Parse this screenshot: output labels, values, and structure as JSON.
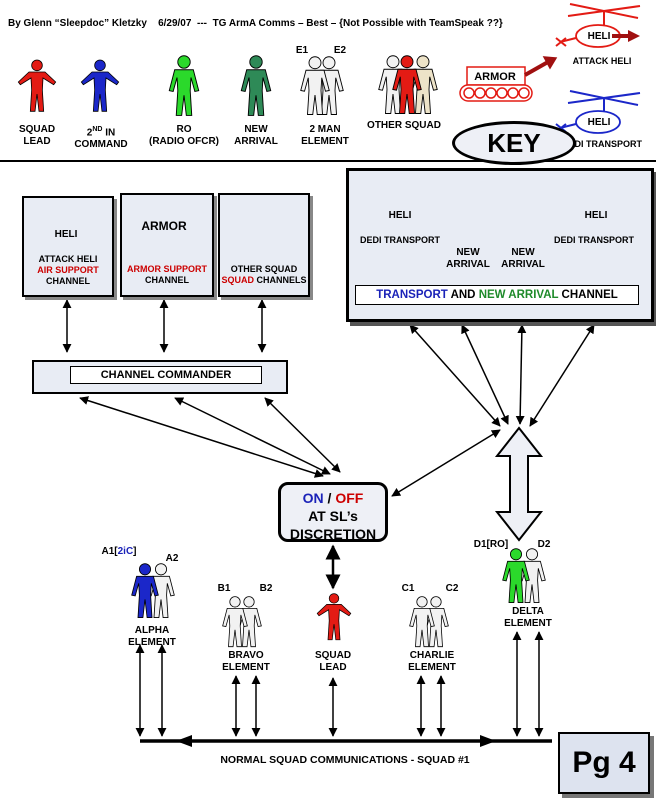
{
  "header": {
    "author": "By Glenn “Sleepdoc” Kletzky",
    "date": "6/29/07",
    "sep": "---",
    "title": "TG ArmA Comms – Best – {Not Possible with TeamSpeak ??}"
  },
  "key": {
    "squad_lead": [
      "SQUAD",
      "LEAD"
    ],
    "second_in_command": [
      "2",
      "ND",
      " IN",
      "COMMAND"
    ],
    "ro": [
      "RO",
      "(RADIO OFCR)"
    ],
    "new_arrival": [
      "NEW",
      "ARRIVAL"
    ],
    "two_man": [
      "2 MAN",
      "ELEMENT"
    ],
    "e1": "E1",
    "e2": "E2",
    "other_squad": "OTHER SQUAD",
    "armor": "ARMOR",
    "heli": "HELI",
    "attack_heli": "ATTACK HELI",
    "dedi_transport": "DEDI TRANSPORT",
    "key_label": "KEY"
  },
  "channels": {
    "attack_heli": "ATTACK HELI",
    "air_support": "AIR SUPPORT",
    "channel": "CHANNEL",
    "armor": "ARMOR",
    "armor_support": "ARMOR SUPPORT",
    "other_squad": "OTHER SQUAD",
    "squad_word": "SQUAD",
    "channels_word": "CHANNELS",
    "channel_commander": "CHANNEL COMMANDER",
    "transport": {
      "dedi_transport": "DEDI TRANSPORT",
      "new_arrival": [
        "NEW",
        "ARRIVAL"
      ],
      "transport_word": "TRANSPORT",
      "and_word": "AND",
      "new_arrival_word": "NEW ARRIVAL",
      "channel_word": "CHANNEL"
    }
  },
  "discretion": {
    "on": "ON",
    "slash": "/",
    "off": "OFF",
    "line2": "AT SL’s",
    "line3": "DISCRETION"
  },
  "squad": {
    "alpha": {
      "a1": "A1[",
      "a1_role": "2iC",
      "a1_close": "]",
      "a2": "A2",
      "label": [
        "ALPHA",
        "ELEMENT"
      ]
    },
    "bravo": {
      "b1": "B1",
      "b2": "B2",
      "label": [
        "BRAVO",
        "ELEMENT"
      ]
    },
    "lead": {
      "label": [
        "SQUAD",
        "LEAD"
      ]
    },
    "charlie": {
      "c1": "C1",
      "c2": "C2",
      "label": [
        "CHARLIE",
        "ELEMENT"
      ]
    },
    "delta": {
      "d1": "D1[RO]",
      "d2": "D2",
      "label": [
        "DELTA",
        "ELEMENT"
      ]
    },
    "bus_label": "NORMAL SQUAD COMMUNICATIONS  -  SQUAD #1"
  },
  "page": "Pg 4",
  "colors": {
    "red": "#e31b14",
    "blue": "#1b27c9",
    "green_bright": "#2bd92b",
    "green_dark": "#2e8a57",
    "white_fig": "#f2f2f2",
    "cream_fig": "#ede3c8"
  }
}
